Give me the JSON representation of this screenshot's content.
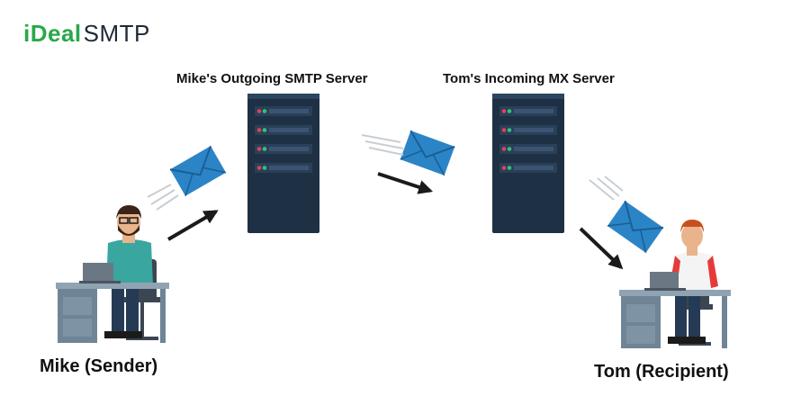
{
  "logo": {
    "accent": "iDeal",
    "rest": "SMTP"
  },
  "outgoing_server": {
    "label": "Mike's Outgoing SMTP Server"
  },
  "incoming_server": {
    "label": "Tom's Incoming MX Server"
  },
  "sender": {
    "label": "Mike (Sender)"
  },
  "recipient": {
    "label": "Tom (Recipient)"
  },
  "colors": {
    "server_body": "#1e3044",
    "server_slot": "#3a5472",
    "envelope": "#2b84c6",
    "brand_green": "#2aa84a",
    "desk": "#6f8595",
    "shirt_sender": "#3aa6a0",
    "shirt_recipient": "#e63a3a"
  },
  "icons": [
    "envelope-icon",
    "arrow-icon",
    "server-icon",
    "person-icon"
  ]
}
